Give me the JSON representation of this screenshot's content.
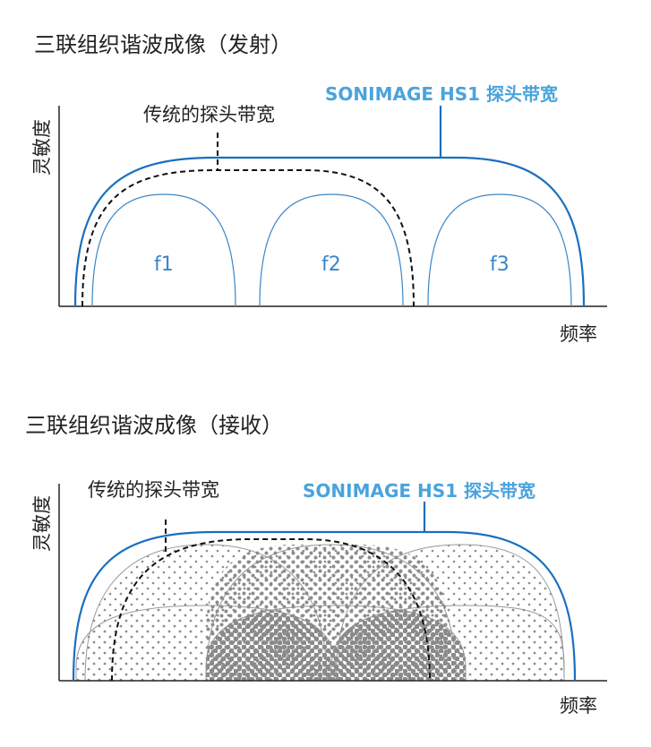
{
  "colors": {
    "brand": "#4aa3dc",
    "curve": "#1a6fbf",
    "thin": "#3a86c8",
    "text": "#222222",
    "dots": "#8c8c8c",
    "grey_line": "#999999"
  },
  "transmit": {
    "title": "三联组织谐波成像（发射）",
    "y_axis": "灵敏度",
    "x_axis": "频率",
    "probe_label": "传统的探头带宽",
    "brand_label": "SONIMAGE HS1 探头带宽",
    "bands": [
      "f1",
      "f2",
      "f3"
    ]
  },
  "receive": {
    "title": "三联组织谐波成像（接收）",
    "y_axis": "灵敏度",
    "x_axis": "频率",
    "probe_label": "传统的探头带宽",
    "brand_label": "SONIMAGE HS1 探头带宽"
  }
}
